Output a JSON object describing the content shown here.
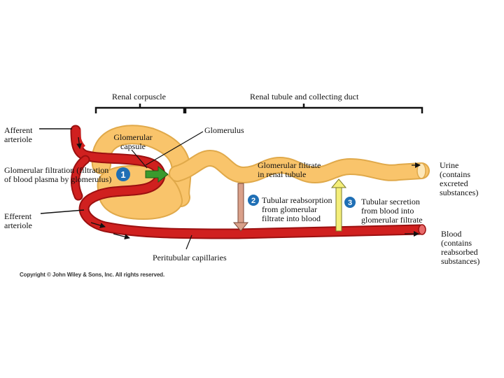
{
  "labels": {
    "renal_corpuscle": "Renal corpuscle",
    "renal_tubule": "Renal tubule and collecting duct",
    "afferent_arteriole": "Afferent\narteriole",
    "glomerular_capsule": "Glomerular\ncapsule",
    "glomerulus": "Glomerulus",
    "glomerular_filtration": "Glomerular filtration (filtration\nof blood plasma by glomerulus)",
    "glomerular_filtrate": "Glomerular filtrate\nin renal tubule",
    "tubular_reabsorption": "Tubular reabsorption\nfrom glomerular\nfiltrate into blood",
    "tubular_secretion": "Tubular secretion\nfrom blood into\nglomerular filtrate",
    "urine": "Urine\n(contains\nexcreted\nsubstances)",
    "blood": "Blood\n(contains\nreabsorbed\nsubstances)",
    "efferent_arteriole": "Efferent\narteriole",
    "peritubular_capillaries": "Peritubular capillaries",
    "copyright": "Copyright © John Wiley & Sons, Inc. All rights reserved."
  },
  "steps": [
    "1",
    "2",
    "3"
  ],
  "colors": {
    "tubule": "#f9c46b",
    "tubule_edge": "#e0a94a",
    "vessel": "#d0201f",
    "vessel_dark": "#9b1010",
    "filtration_arrow": "#3a9a2d",
    "reabsorption_arrow": "#d9a08a",
    "secretion_arrow": "#f4ee7a",
    "step_circle": "#1f6fb5"
  }
}
